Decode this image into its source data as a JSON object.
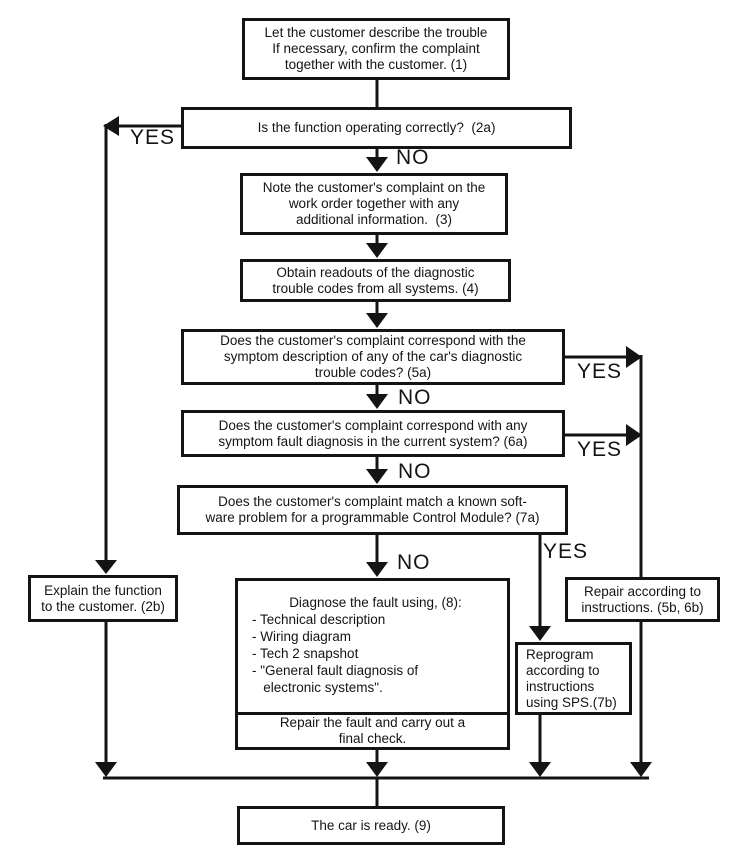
{
  "nodes": {
    "n1": {
      "text": "Let the customer describe the trouble\nIf necessary, confirm the complaint\ntogether with the customer. (1)"
    },
    "n2a": {
      "text": "Is the function operating correctly?  (2a)"
    },
    "n3": {
      "text": "Note the customer's complaint on the\nwork order together with any\nadditional information.  (3)"
    },
    "n4": {
      "text": "Obtain readouts of the diagnostic\ntrouble codes from all systems. (4)"
    },
    "n5a": {
      "text": "Does the customer's complaint correspond with the\nsymptom description of any of the car's diagnostic\ntrouble codes? (5a)"
    },
    "n6a": {
      "text": "Does the customer's complaint correspond with any\nsymptom fault diagnosis in the current system? (6a)"
    },
    "n7a": {
      "text": "Does the customer's complaint match a known soft-\nware problem for a programmable Control Module? (7a)"
    },
    "n2b": {
      "text": "Explain the function\nto the customer. (2b)"
    },
    "n8_title": "Diagnose the fault using, (8):",
    "n8_bullets": [
      "- Technical description",
      "- Wiring diagram",
      "- Tech 2 snapshot",
      "- \"General fault diagnosis of\n   electronic systems\"."
    ],
    "n8_repair": "Repair the fault and carry out a\nfinal check.",
    "n5b6b": {
      "text": "Repair according to\ninstructions. (5b, 6b)"
    },
    "n7b": {
      "text": "Reprogram\naccording to\ninstructions\nusing SPS.(7b)"
    },
    "n9": {
      "text": "The car is ready. (9)"
    }
  },
  "labels": {
    "yes_2a": "YES",
    "no_2a": "NO",
    "yes_5a": "YES",
    "no_5a": "NO",
    "yes_6a": "YES",
    "no_6a": "NO",
    "yes_7a": "YES",
    "no_7a": "NO"
  },
  "colors": {
    "ink": "#141414",
    "paper": "#ffffff"
  }
}
